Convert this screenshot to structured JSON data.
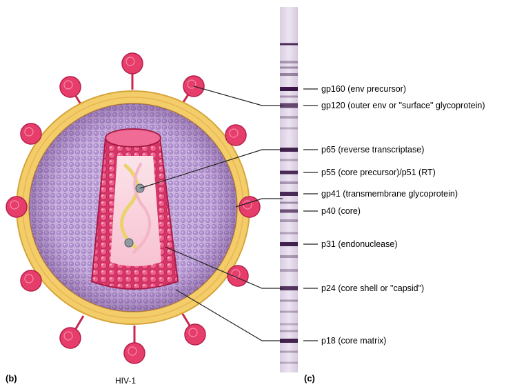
{
  "figure": {
    "panel_b_letter": "(b)",
    "panel_c_letter": "(c)",
    "virus_caption": "HIV-1"
  },
  "western_blot": {
    "bands": [
      {
        "label": "gp160 (env precursor)"
      },
      {
        "label": "gp120 (outer env or \"surface\" glycoprotein)"
      },
      {
        "label": "p65 (reverse transcriptase)"
      },
      {
        "label": "p55 (core precursor)/p51 (RT)"
      },
      {
        "label": "gp41 (transmembrane glycoprotein)"
      },
      {
        "label": "p40 (core)"
      },
      {
        "label": "p31 (endonuclease)"
      },
      {
        "label": "p24 (core shell or \"capsid\")"
      },
      {
        "label": "p18 (core matrix)"
      }
    ]
  },
  "colors": {
    "envelope": "#f3cd6a",
    "envelope_edge": "#d6a53a",
    "spike": "#e63d6b",
    "core": "#e84a78",
    "matrix": "#b59ad1",
    "band": "#3a1746"
  }
}
